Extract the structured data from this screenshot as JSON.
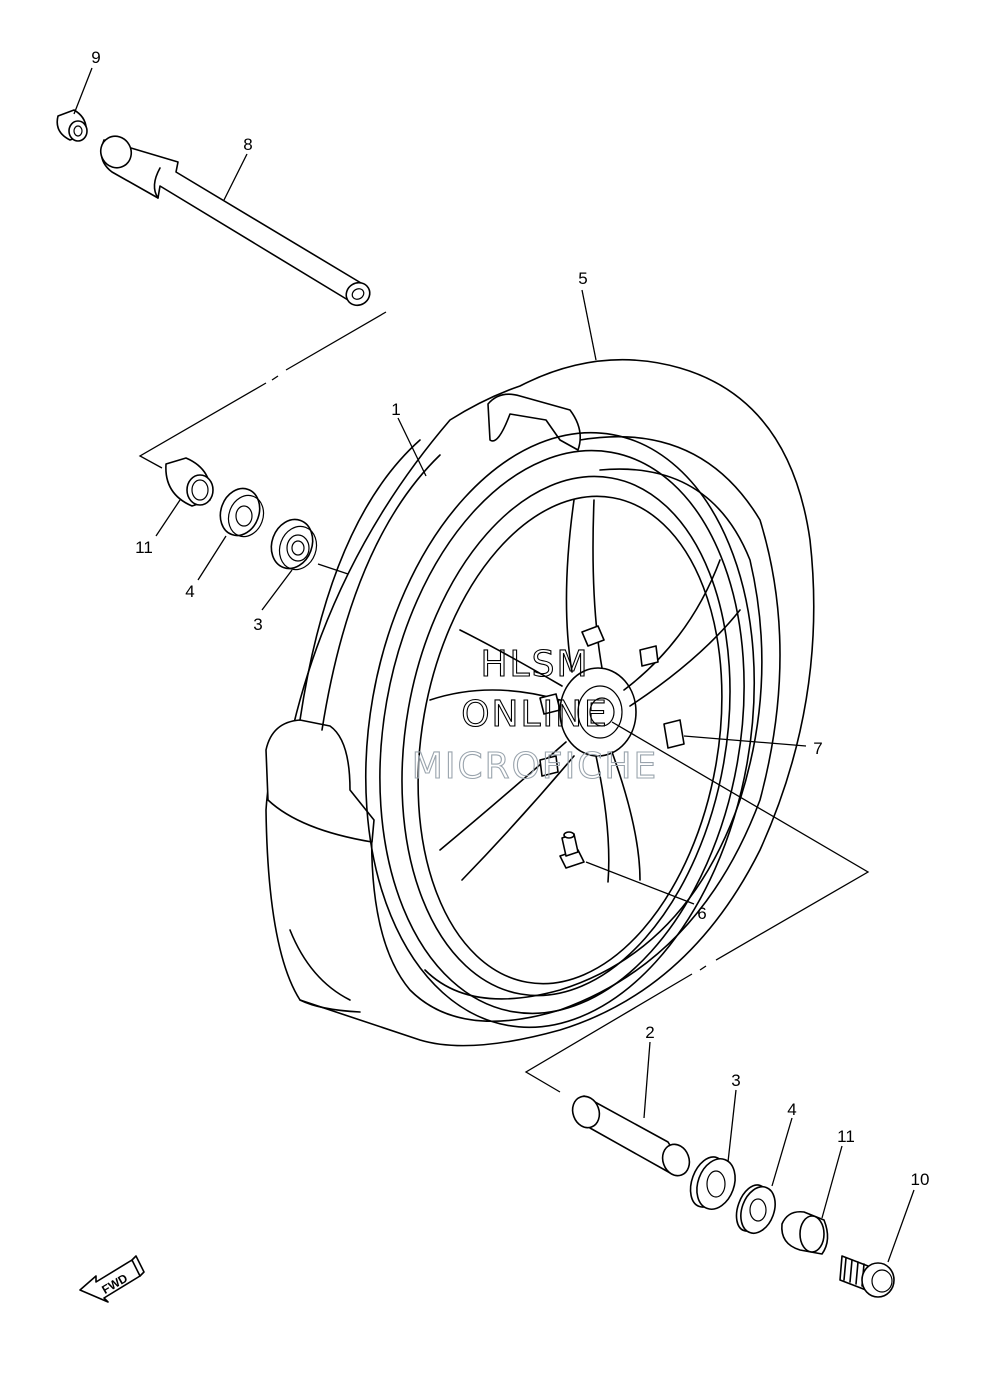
{
  "diagram": {
    "callouts": [
      {
        "id": "c9",
        "label": "9"
      },
      {
        "id": "c8",
        "label": "8"
      },
      {
        "id": "c5",
        "label": "5"
      },
      {
        "id": "c1",
        "label": "1"
      },
      {
        "id": "c11a",
        "label": "11"
      },
      {
        "id": "c4a",
        "label": "4"
      },
      {
        "id": "c3a",
        "label": "3"
      },
      {
        "id": "c7",
        "label": "7"
      },
      {
        "id": "c6",
        "label": "6"
      },
      {
        "id": "c2",
        "label": "2"
      },
      {
        "id": "c3b",
        "label": "3"
      },
      {
        "id": "c4b",
        "label": "4"
      },
      {
        "id": "c11b",
        "label": "11"
      },
      {
        "id": "c10",
        "label": "10"
      }
    ],
    "watermark": {
      "line1": "HLSM",
      "line2": "ONLINE",
      "line3": "MICROFICHE"
    },
    "direction_badge": "FWD"
  }
}
